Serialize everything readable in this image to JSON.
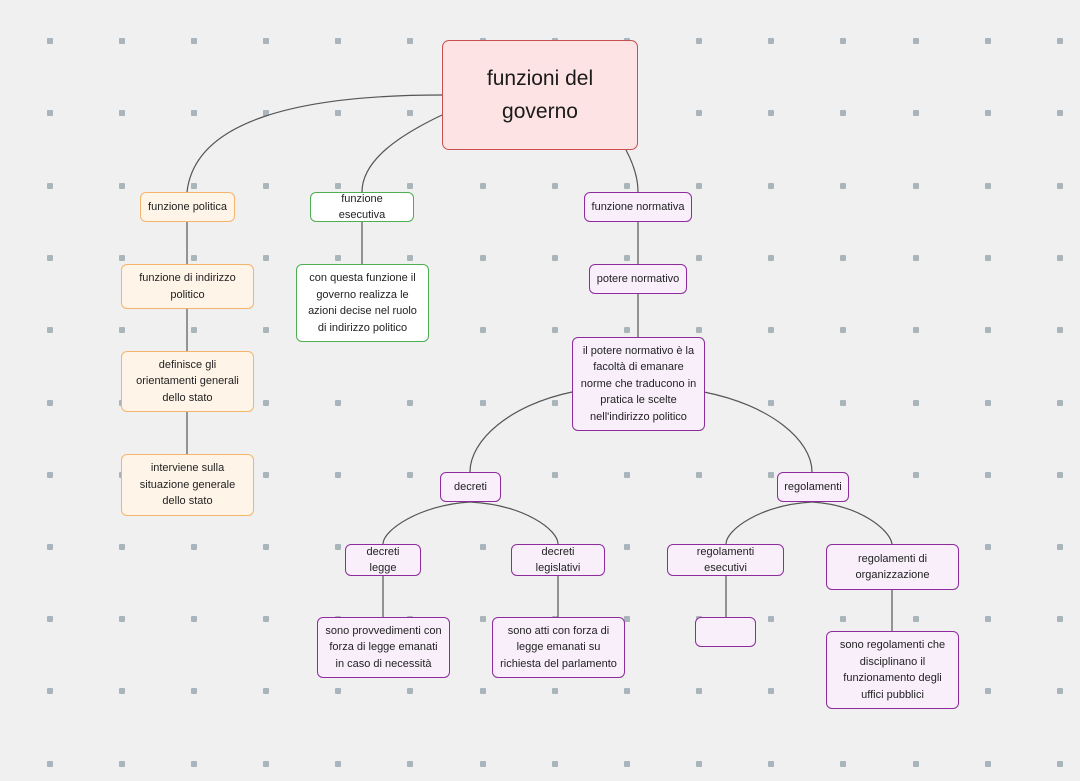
{
  "diagram": {
    "root": "funzioni del\ngoverno",
    "political": {
      "label": "funzione politica",
      "children": [
        "funzione di indirizzo\npolitico",
        "definisce gli\norientamenti generali\ndello stato",
        "interviene sulla\nsituazione generale\ndello stato"
      ]
    },
    "executive": {
      "label": "funzione esecutiva",
      "detail": "con questa funzione il\ngoverno realizza le\nazioni decise nel ruolo\ndi indirizzo politico"
    },
    "normative": {
      "label": "funzione normativa",
      "power": "potere normativo",
      "definition": "il potere normativo è la\nfacoltà di emanare\nnorme che traducono in\npratica le scelte\nnell'indirizzo politico",
      "decrees": {
        "label": "decreti",
        "law_decrees": "decreti legge",
        "law_decrees_detail": "sono provvedimenti con\nforza di legge emanati\nin caso di necessità",
        "legislative_decrees": "decreti legislativi",
        "legislative_decrees_detail": "sono atti con forza di\nlegge emanati su\nrichiesta del parlamento"
      },
      "regulations": {
        "label": "regolamenti",
        "executive": "regolamenti esecutivi",
        "executive_detail": "",
        "organization": "regolamenti di\norganizzazione",
        "organization_detail": "sono regolamenti che\ndisciplinano il\nfunzionamento degli\nuffici pubblici"
      }
    }
  },
  "colors": {
    "root_fill": "#fde3e3",
    "root_border": "#c94f4f",
    "orange_border": "#f5b46b",
    "green_border": "#4caf50",
    "purple_border": "#8e2c9e",
    "connector": "#555555",
    "background": "#f0f0f1",
    "grid_dot": "#a9b4bb"
  }
}
